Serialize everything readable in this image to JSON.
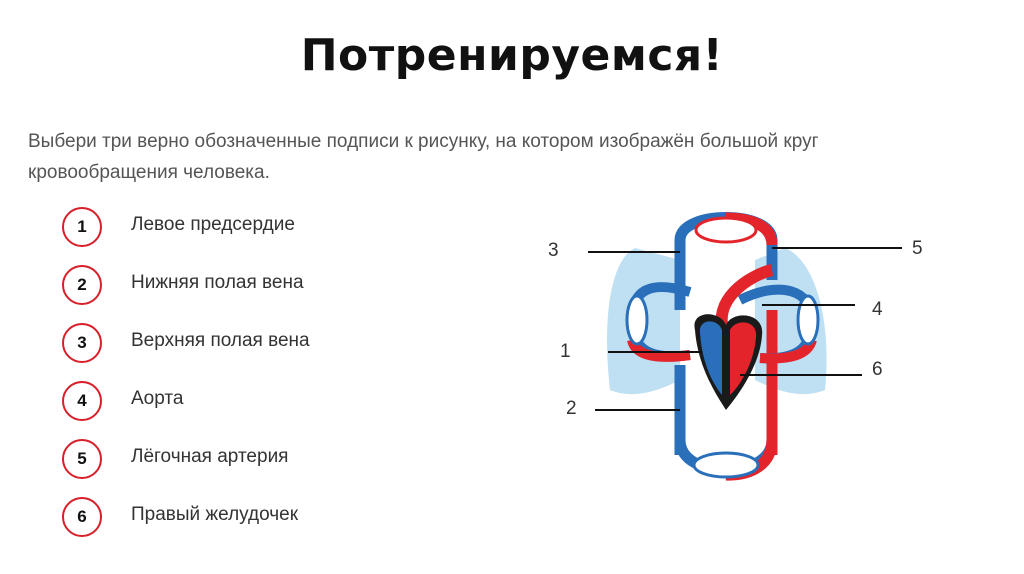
{
  "title": "Потренируемся!",
  "prompt": "Выбери три верно обозначенные подписи к рисунку, на котором изображён большой круг кровообращения человека.",
  "options": [
    {
      "number": "1",
      "label": "Левое предсердие"
    },
    {
      "number": "2",
      "label": "Нижняя полая вена"
    },
    {
      "number": "3",
      "label": "Верхняя полая вена"
    },
    {
      "number": "4",
      "label": "Аорта"
    },
    {
      "number": "5",
      "label": "Лёгочная артерия"
    },
    {
      "number": "6",
      "label": "Правый желудочек"
    }
  ],
  "diagram": {
    "callouts": [
      "1",
      "2",
      "3",
      "4",
      "5",
      "6"
    ]
  },
  "colors": {
    "accent": "#d81f2a",
    "artery": "#e3242b",
    "vein": "#2a6fba",
    "lung": "#bfe0f3"
  }
}
